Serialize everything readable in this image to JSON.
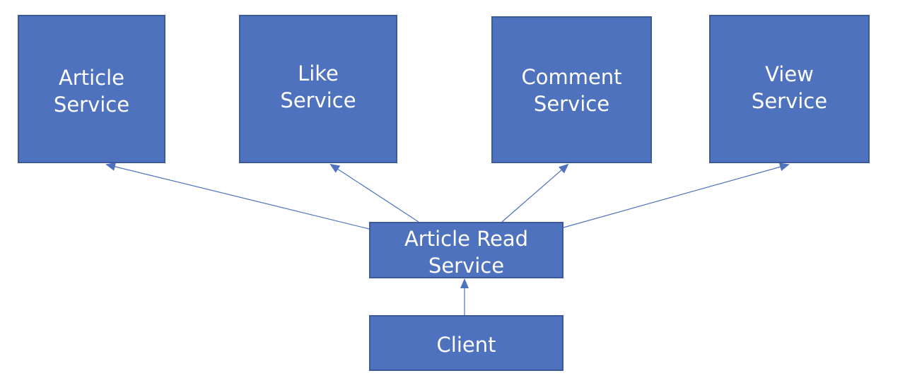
{
  "nodes": {
    "article_service": "Article\nService",
    "like_service": "Like\nService",
    "comment_service": "Comment\nService",
    "view_service": "View\nService",
    "article_read_service": "Article Read\nService",
    "client": "Client"
  },
  "edges": [
    {
      "from": "article_read_service",
      "to": "article_service"
    },
    {
      "from": "article_read_service",
      "to": "like_service"
    },
    {
      "from": "article_read_service",
      "to": "comment_service"
    },
    {
      "from": "article_read_service",
      "to": "view_service"
    },
    {
      "from": "client",
      "to": "article_read_service"
    }
  ],
  "colors": {
    "box_fill": "#4f72be",
    "box_border": "#3c5a9a",
    "arrow": "#4f72be",
    "text": "#ffffff"
  }
}
